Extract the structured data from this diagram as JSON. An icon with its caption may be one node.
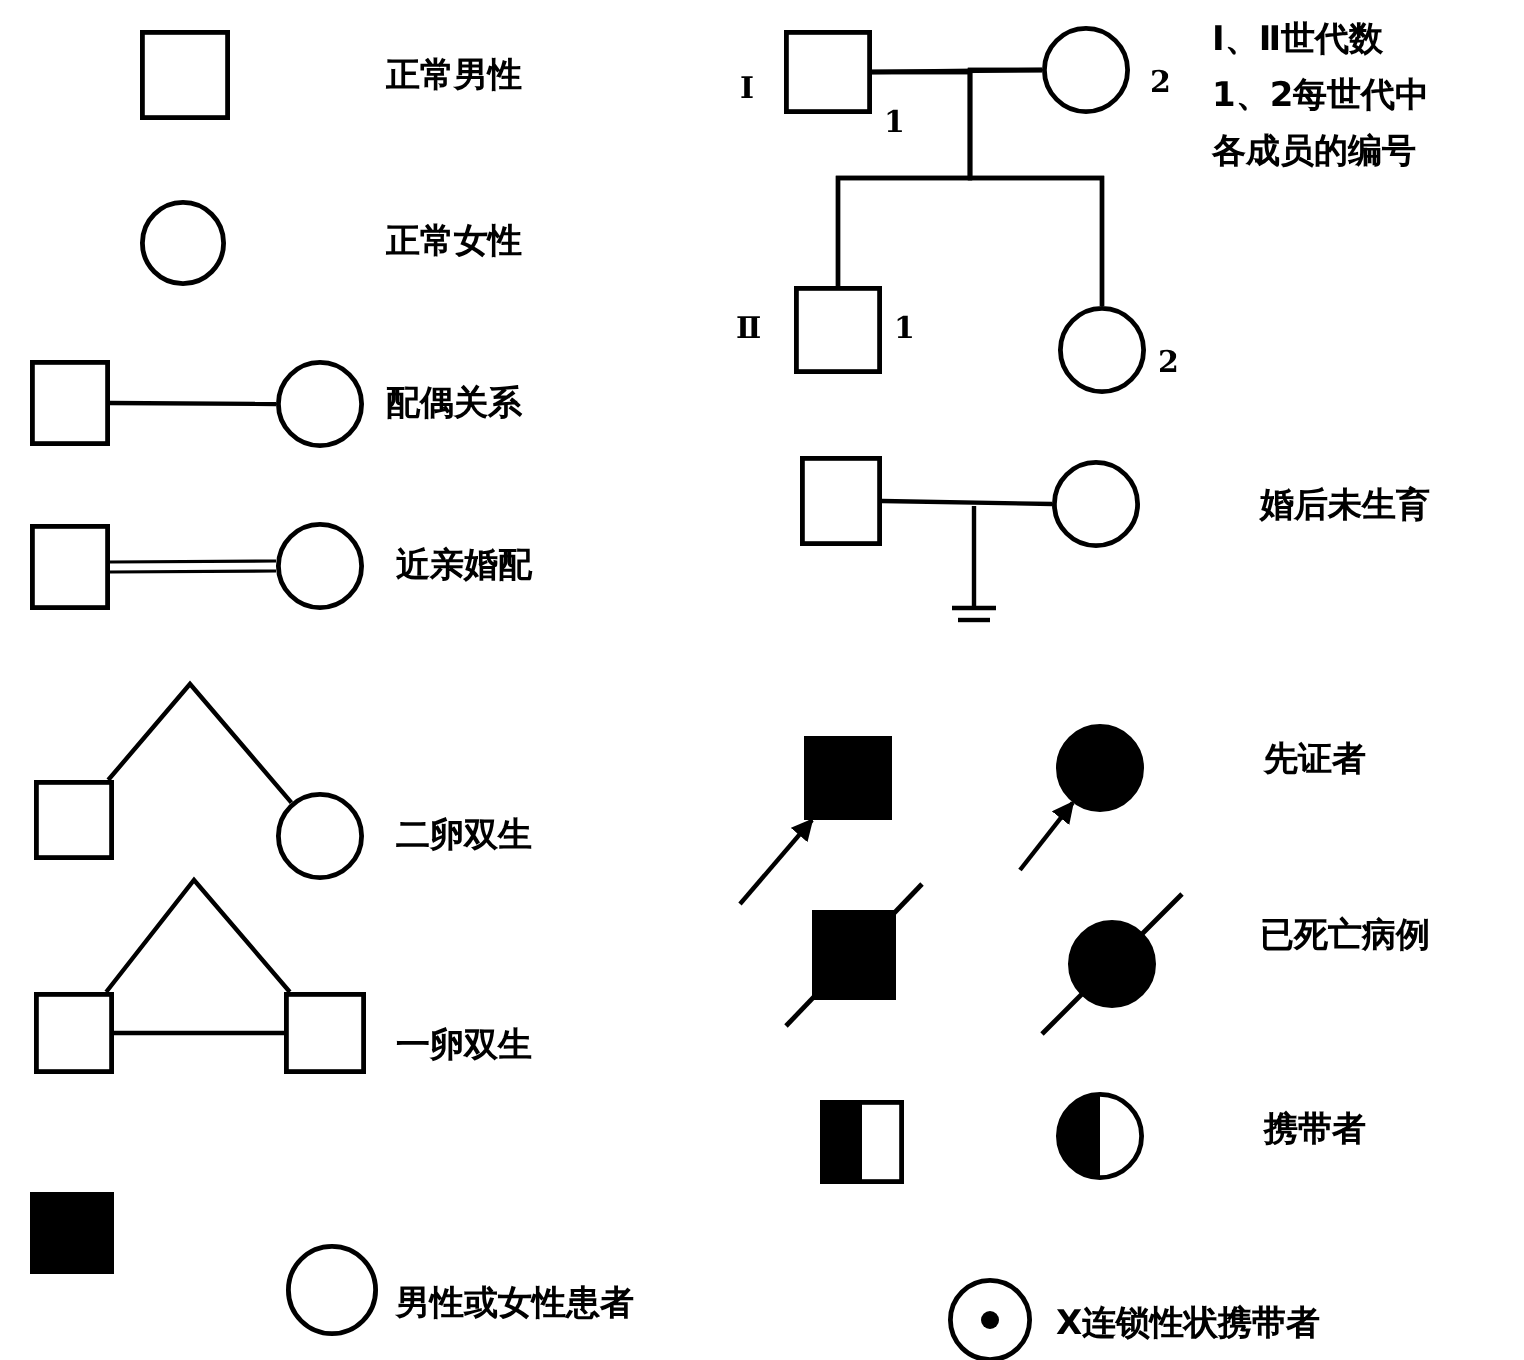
{
  "diagram": {
    "nodes": [
      {
        "text": [],
        "shape": "box"
      },
      {
        "text": [],
        "shape": "circle"
      },
      {
        "text": [],
        "shape": "box"
      },
      {
        "text": [],
        "shape": "circle"
      },
      {
        "text": [],
        "shape": "box"
      },
      {
        "text": [],
        "shape": "circle"
      },
      {
        "text": [],
        "shape": "box"
      },
      {
        "text": [],
        "shape": "circle"
      },
      {
        "text": [],
        "shape": "box"
      },
      {
        "text": [],
        "shape": "box"
      },
      {
        "text": [],
        "shape": "filled-box"
      },
      {
        "text": [],
        "shape": "circle"
      },
      {
        "text": [],
        "shape": "box",
        "beside": [
          "Ⅰ",
          "1"
        ]
      },
      {
        "text": [],
        "shape": "circle",
        "beside": [
          "2"
        ]
      },
      {
        "text": [],
        "shape": "box",
        "beside": [
          "Ⅱ",
          "1"
        ]
      },
      {
        "text": [],
        "shape": "circle",
        "beside": [
          "2"
        ]
      },
      {
        "text": [],
        "shape": "box"
      },
      {
        "text": [],
        "shape": "circle"
      },
      {
        "text": [],
        "shape": "filled-box"
      },
      {
        "text": [],
        "shape": "filled-circle"
      },
      {
        "text": [],
        "shape": "crossed-box"
      },
      {
        "text": [],
        "shape": "crossed-circle"
      },
      {
        "text": [],
        "shape": "half-box"
      },
      {
        "text": [],
        "shape": "half-circle"
      },
      {
        "text": [],
        "shape": "dot-circle"
      }
    ],
    "edges": [
      {
        "from": 2,
        "to": 3,
        "arrow": "none"
      },
      {
        "from": 4,
        "to": 5,
        "arrow": "none"
      },
      {
        "from": 6,
        "to": 7,
        "arrow": "none"
      },
      {
        "from": 8,
        "to": 9,
        "arrow": "none"
      },
      {
        "from": 8,
        "to": 9,
        "arrow": "none"
      },
      {
        "from": 12,
        "to": 13,
        "arrow": "none"
      },
      {
        "from": 12,
        "to": 14,
        "arrow": "none"
      },
      {
        "from": 12,
        "to": 15,
        "arrow": "none"
      },
      {
        "from": 13,
        "to": 14,
        "arrow": "none"
      },
      {
        "from": 13,
        "to": 15,
        "arrow": "none"
      },
      {
        "from": 16,
        "to": 17,
        "arrow": "none"
      },
      {
        "from": null,
        "to": 18,
        "arrow": "to"
      },
      {
        "from": null,
        "to": 19,
        "arrow": "to"
      }
    ],
    "labels": [
      "正常男性",
      "正常女性",
      "配偶关系",
      "近亲婚配",
      "二卵双生",
      "一卵双生",
      "男性或女性患者",
      "Ⅰ、Ⅱ世代数",
      "1、2每世代中各成员的编号",
      "婚后未生育",
      "先证者",
      "已死亡病例",
      "携带者",
      "X连锁性状携带者"
    ]
  }
}
